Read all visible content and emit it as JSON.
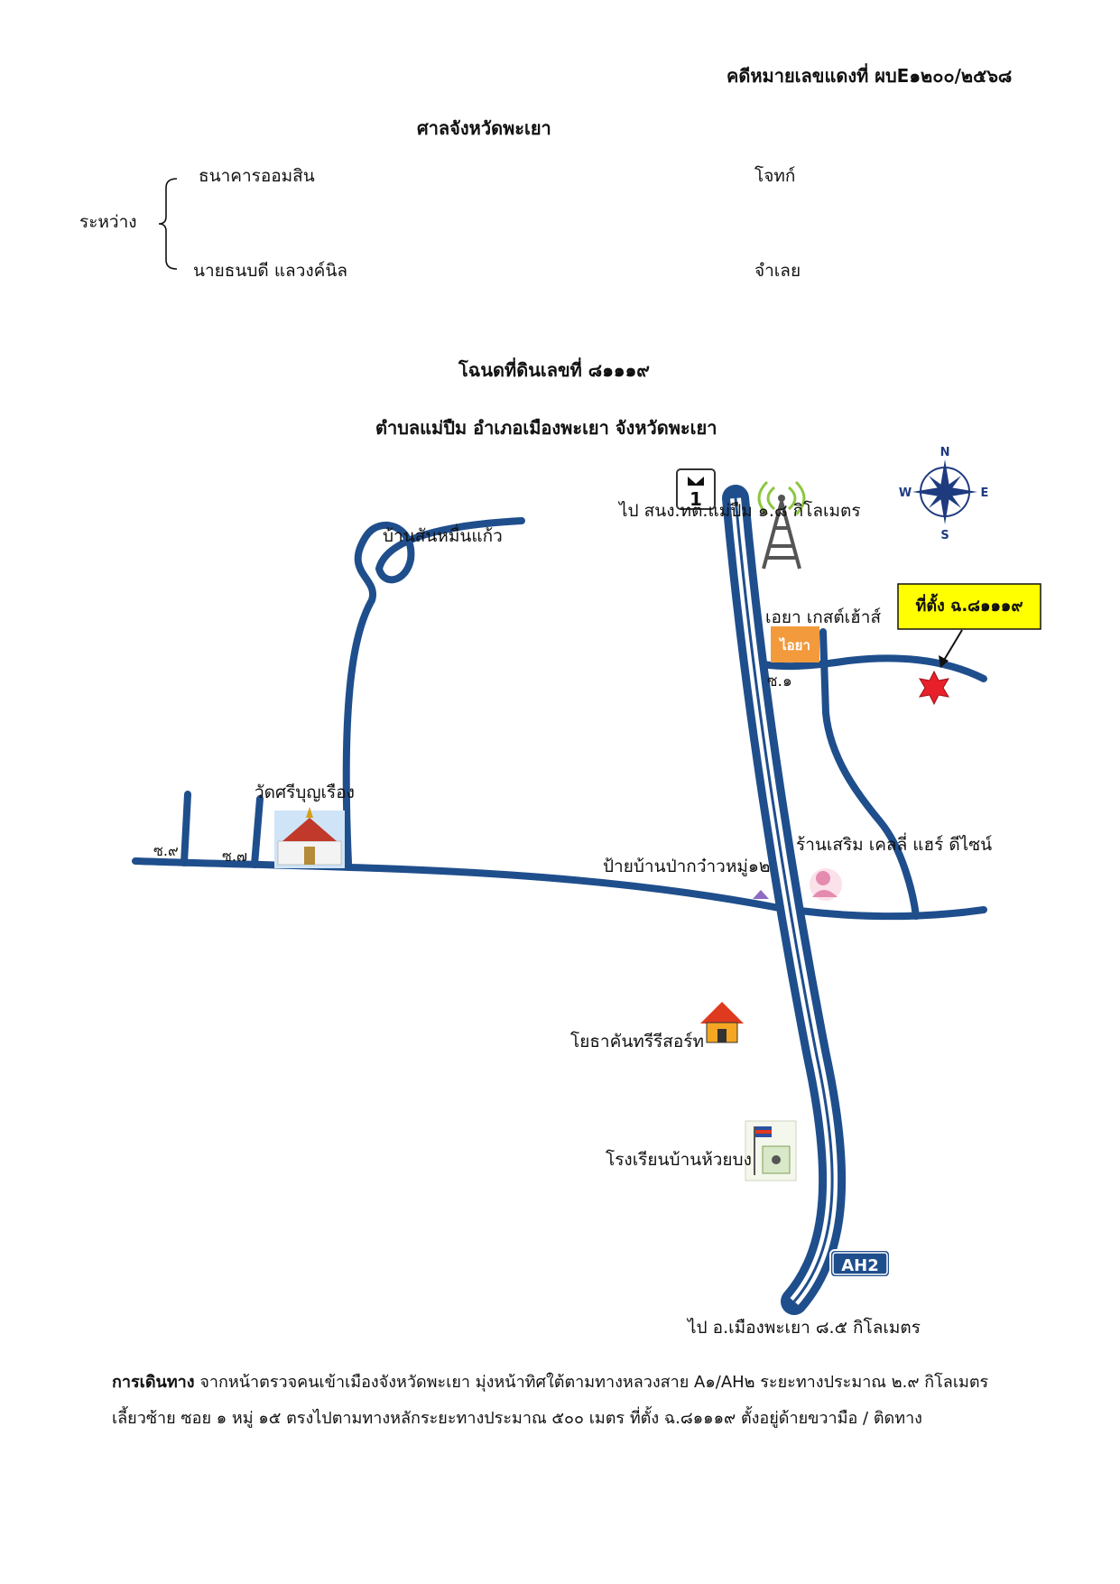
{
  "header": {
    "case_number": "คดีหมายเลขแดงที่ ผบE๑๒๐๐/๒๕๖๘",
    "court": "ศาลจังหวัดพะเยา"
  },
  "parties": {
    "between_label": "ระหว่าง",
    "plaintiff_name": "ธนาคารออมสิน",
    "plaintiff_role": "โจทก์",
    "defendant_name": "นายธนบดี  แลวงค์นิล",
    "defendant_role": "จำเลย"
  },
  "title": {
    "deed": "โฉนดที่ดินเลขที่ ๘๑๑๑๙",
    "location": "ตำบลแม่ปืม อำเภอเมืองพะเยา จังหวัดพะเยา"
  },
  "map": {
    "labels": {
      "village_north": "บ้านสันหมื่นแก้ว",
      "to_north": "ไป สนง.ทต.แม่ปืม ๑.๘  กิโลเมตร",
      "guesthouse": "เอยา เกสต์เฮ้าส์",
      "guesthouse_logo": "ไอยา",
      "soi1": "ซ.๑",
      "temple": "วัดศรีบุญเรือง",
      "soi9": "ซ.๙",
      "soi7": "ซ.๗",
      "bus_stop": "ป้ายบ้านป่ากว๋าวหมู่๑๒",
      "salon": "ร้านเสริม เคลลี่   แฮร์ ดีไซน์",
      "resort": "โยธาคันทรีรีสอร์ท",
      "school": "โรงเรียนบ้านห้วยบง",
      "to_south": "ไป อ.เมืองพะเยา ๘.๕ กิโลเมตร",
      "location_callout": "ที่ตั้ง ฉ.๘๑๑๑๙"
    },
    "route_shield_1": "1",
    "route_shield_ah2": "AH2",
    "compass": {
      "n": "N",
      "s": "S",
      "e": "E",
      "w": "W"
    },
    "colors": {
      "road": "#1f4e8c",
      "callout_bg": "#ffff00",
      "star": "#e8202a",
      "guesthouse_logo": "#f39a3c"
    }
  },
  "directions": {
    "label": "การเดินทาง",
    "line1": " จากหน้าตรวจคนเข้าเมืองจังหวัดพะเยา มุ่งหน้าทิศใต้ตามทางหลวงสาย A๑/AH๒ ระยะทางประมาณ ๒.๙ กิโลเมตร",
    "line2": "เลี้ยวซ้าย ซอย ๑ หมู่ ๑๕ ตรงไปตามทางหลักระยะทางประมาณ ๕๐๐ เมตร ที่ตั้ง ฉ.๘๑๑๑๙ ตั้งอยู่ด้ายขวามือ / ติดทาง"
  }
}
